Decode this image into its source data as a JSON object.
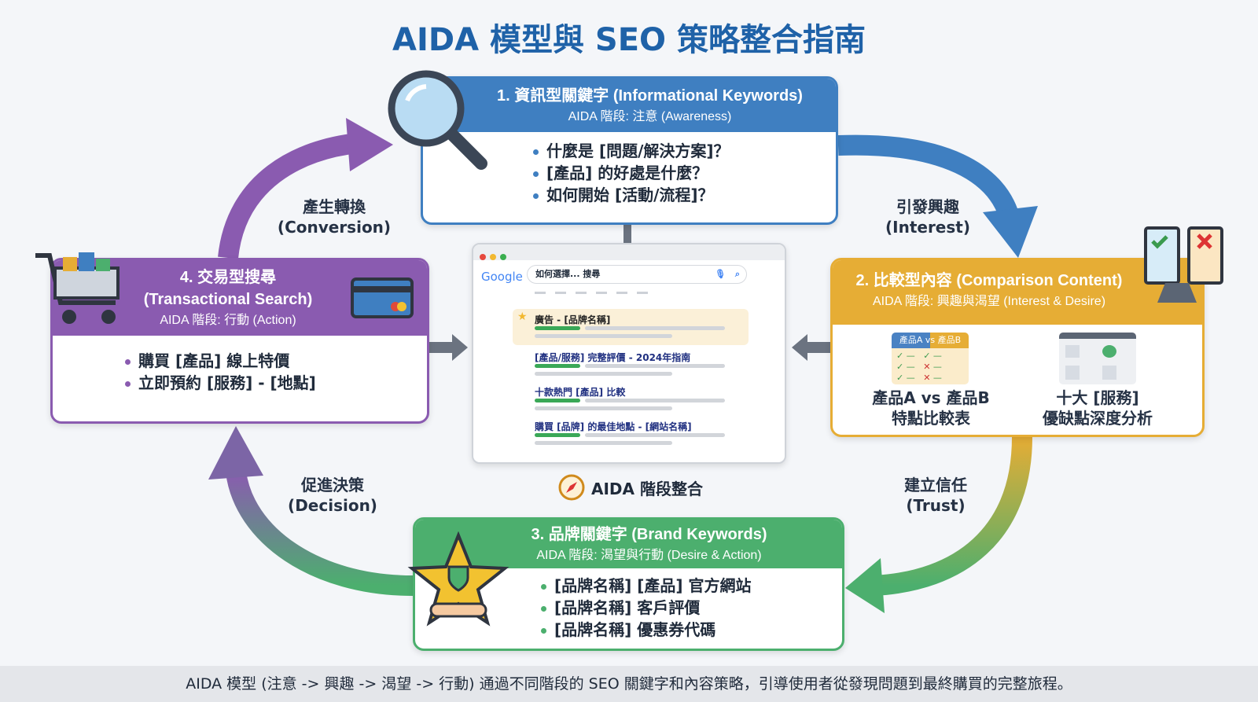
{
  "title": "AIDA 模型與 SEO 策略整合指南",
  "colors": {
    "blue": "#3f7fc1",
    "orange": "#e6ad35",
    "green": "#4caf6e",
    "purple": "#8a5bb0"
  },
  "stage1": {
    "title": "1. 資訊型關鍵字 (Informational Keywords)",
    "subtitle": "AIDA 階段: 注意 (Awareness)",
    "items": [
      "什麼是 [問題/解決方案]？",
      "[產品] 的好處是什麼？",
      "如何開始 [活動/流程]？"
    ],
    "icon": "magnifier-icon"
  },
  "stage2": {
    "title": "2. 比較型內容 (Comparison Content)",
    "subtitle": "AIDA 階段: 興趣與渴望 (Interest & Desire)",
    "icon": "checklist-icon",
    "cards": [
      {
        "header": "產品A vs 產品B",
        "line1": "產品A vs 產品B",
        "line2": "特點比較表"
      },
      {
        "line1": "十大 [服務]",
        "line2": "優缺點深度分析"
      }
    ]
  },
  "stage3": {
    "title": "3. 品牌關鍵字 (Brand Keywords)",
    "subtitle": "AIDA 階段: 渴望與行動 (Desire & Action)",
    "items": [
      "[品牌名稱] [產品] 官方網站",
      "[品牌名稱] 客戶評價",
      "[品牌名稱] 優惠券代碼"
    ],
    "icon": "star-handshake-icon"
  },
  "stage4": {
    "title1": "4. 交易型搜尋",
    "title2": "(Transactional Search)",
    "subtitle": "AIDA 階段: 行動 (Action)",
    "items": [
      "購買 [產品] 線上特價",
      "立即預約 [服務] - [地點]"
    ],
    "icon": "shopping-cart-icon"
  },
  "transitions": {
    "interest": {
      "zh": "引發興趣",
      "en": "(Interest)"
    },
    "trust": {
      "zh": "建立信任",
      "en": "(Trust)"
    },
    "decision": {
      "zh": "促進決策",
      "en": "(Decision)"
    },
    "conversion": {
      "zh": "產生轉換",
      "en": "(Conversion)"
    }
  },
  "browser": {
    "logo": "Google",
    "query": "如何選擇... 搜尋",
    "results": [
      "廣告 - [品牌名稱]",
      "[產品/服務] 完整評價 - 2024年指南",
      "十款熱門 [產品] 比較",
      "購買 [品牌] 的最佳地點 - [網站名稱]"
    ]
  },
  "center_label": "AIDA 階段整合",
  "footer": "AIDA 模型 (注意 -> 興趣 -> 渴望 -> 行動) 通過不同階段的 SEO 關鍵字和內容策略，引導使用者從發現問題到最終購買的完整旅程。"
}
